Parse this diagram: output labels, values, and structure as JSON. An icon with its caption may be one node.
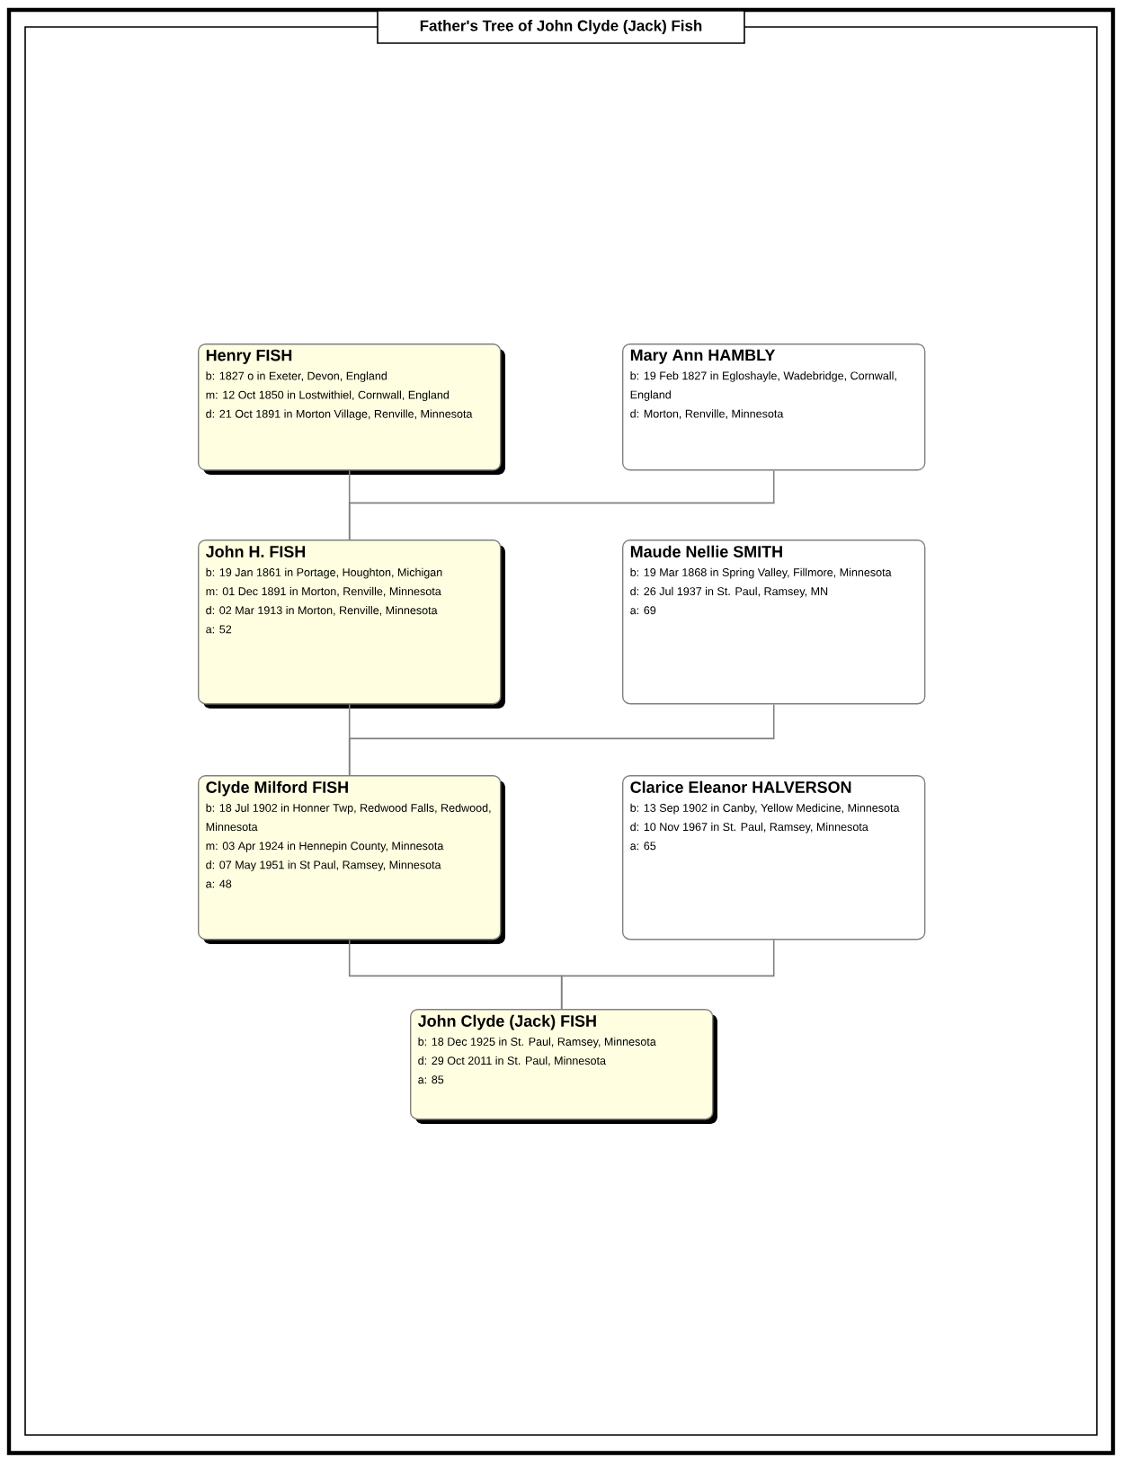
{
  "diagram": {
    "title": "Father's Tree of John Clyde (Jack) Fish",
    "nodes": [
      {
        "text": [
          "Henry FISH",
          "b: 1827 o in Exeter, Devon, England",
          "m: 12 Oct 1850 in Lostwithiel, Cornwall, England",
          "d: 21 Oct 1891 in Morton Village, Renville, Minnesota"
        ]
      },
      {
        "text": [
          "Mary Ann HAMBLY",
          "b: 19 Feb 1827 in Egloshayle, Wadebridge, Cornwall, England",
          "d: Morton, Renville, Minnesota"
        ]
      },
      {
        "text": [
          "John H. FISH",
          "b: 19 Jan 1861 in Portage, Houghton, Michigan",
          "m: 01 Dec 1891 in Morton, Renville, Minnesota",
          "d: 02 Mar 1913 in Morton, Renville, Minnesota",
          "a: 52"
        ]
      },
      {
        "text": [
          "Maude Nellie SMITH",
          "b: 19 Mar 1868 in Spring Valley, Fillmore, Minnesota",
          "d: 26 Jul 1937 in St. Paul, Ramsey, MN",
          "a: 69"
        ]
      },
      {
        "text": [
          "Clyde Milford FISH",
          "b: 18 Jul 1902 in Honner Twp, Redwood Falls, Redwood, Minnesota",
          "m: 03 Apr 1924 in Hennepin County, Minnesota",
          "d: 07 May 1951 in St Paul, Ramsey, Minnesota",
          "a: 48"
        ]
      },
      {
        "text": [
          "Clarice Eleanor HALVERSON",
          "b: 13 Sep 1902 in Canby, Yellow Medicine, Minnesota",
          "d: 10 Nov 1967 in St. Paul, Ramsey, Minnesota",
          "a: 65"
        ]
      },
      {
        "text": [
          "John Clyde (Jack) FISH",
          "b: 18 Dec 1925 in St. Paul, Ramsey, Minnesota",
          "d: 29 Oct 2011 in St. Paul, Minnesota",
          "a: 85"
        ]
      }
    ],
    "edges": [
      {
        "from": 0,
        "to": 2,
        "arrow": "none"
      },
      {
        "from": 1,
        "to": 2,
        "arrow": "none"
      },
      {
        "from": 2,
        "to": 4,
        "arrow": "none"
      },
      {
        "from": 3,
        "to": 4,
        "arrow": "none"
      },
      {
        "from": 4,
        "to": 6,
        "arrow": "none"
      },
      {
        "from": 5,
        "to": 6,
        "arrow": "none"
      }
    ]
  }
}
